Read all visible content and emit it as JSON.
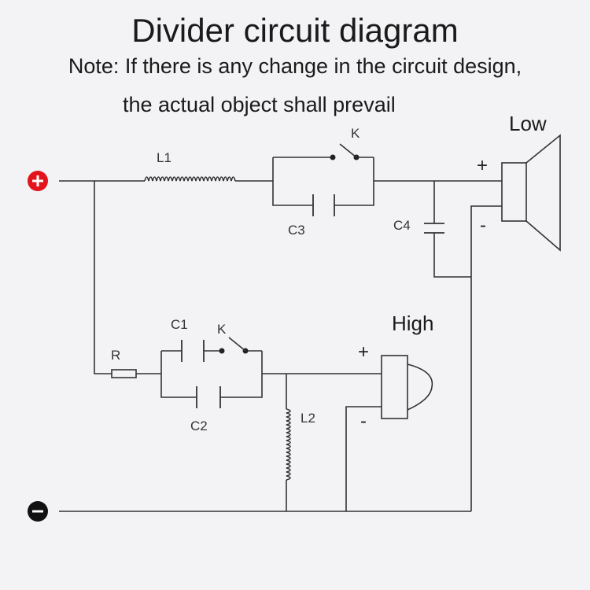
{
  "header": {
    "title": "Divider circuit diagram",
    "note_line1": "Note: If there is any change in the circuit design,",
    "note_line2": "the actual object shall prevail"
  },
  "labels": {
    "L1": "L1",
    "K_low": "K",
    "C3": "C3",
    "C4": "C4",
    "low": "Low",
    "low_plus": "+",
    "low_minus": "-",
    "C1": "C1",
    "K_high": "K",
    "R": "R",
    "C2": "C2",
    "L2": "L2",
    "high": "High",
    "high_plus": "+",
    "high_minus": "-"
  },
  "terminals": {
    "positive": "+",
    "negative": "−",
    "positive_color": "#e3131b",
    "negative_color": "#111111"
  }
}
